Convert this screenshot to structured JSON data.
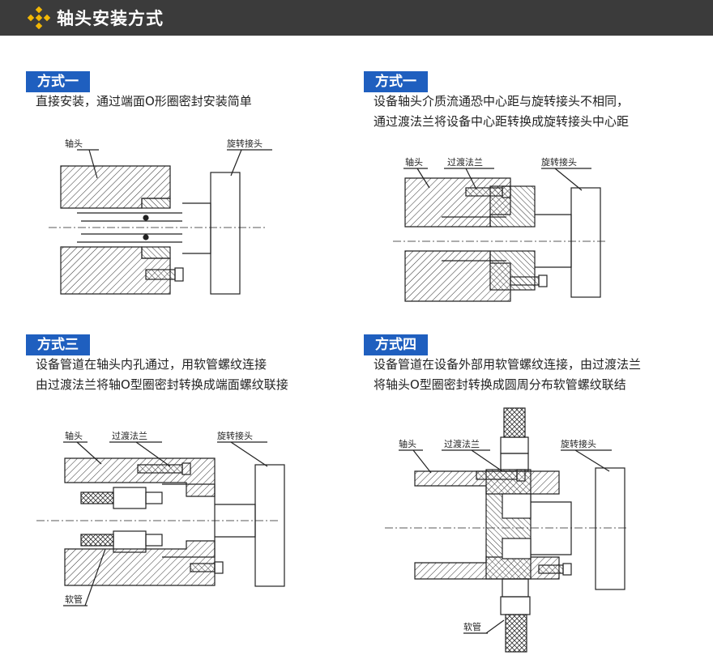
{
  "header": {
    "title": "轴头安装方式",
    "icon": "four-diamond-icon",
    "bar_color": "#3b3b3b",
    "icon_color": "#f2b705"
  },
  "accent_color": "#1f5fbf",
  "sections": [
    {
      "badge": "方式一",
      "lines": [
        "直接安装，通过端面O形圈密封安装简单"
      ],
      "labels": {
        "shaft": "轴头",
        "joint": "旋转接头"
      }
    },
    {
      "badge": "方式一",
      "lines": [
        "设备轴头介质流通恐中心距与旋转接头不相同，",
        "通过渡法兰将设备中心距转换成旋转接头中心距"
      ],
      "labels": {
        "shaft": "轴头",
        "flange": "过渡法兰",
        "joint": "旋转接头"
      }
    },
    {
      "badge": "方式三",
      "lines": [
        "设备管道在轴头内孔通过，用软管螺纹连接",
        "由过渡法兰将轴O型圈密封转换成端面螺纹联接"
      ],
      "labels": {
        "shaft": "轴头",
        "flange": "过渡法兰",
        "joint": "旋转接头",
        "hose": "软管"
      }
    },
    {
      "badge": "方式四",
      "lines": [
        "设备管道在设备外部用软管螺纹连接，由过渡法兰",
        "将轴头O型圈密封转换成圆周分布软管螺纹联结"
      ],
      "labels": {
        "shaft": "轴头",
        "flange": "过渡法兰",
        "joint": "旋转接头",
        "hose": "软管"
      }
    }
  ]
}
